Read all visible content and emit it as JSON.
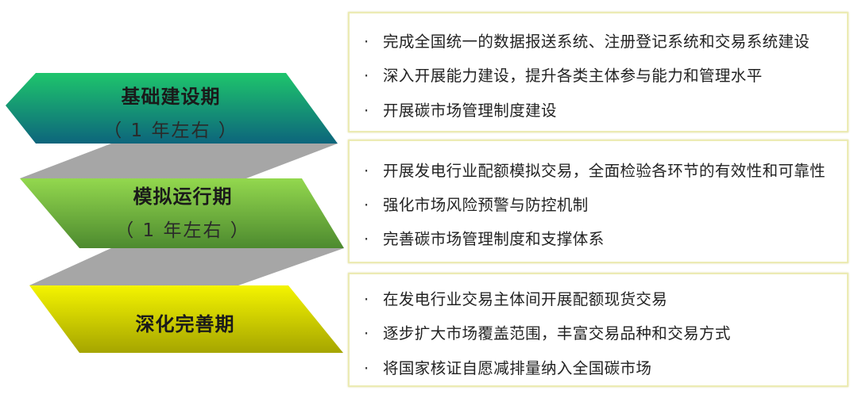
{
  "colors": {
    "stage1_top": "#1ec56c",
    "stage1_bottom": "#0d657c",
    "stage2_top": "#93d84e",
    "stage2_bottom": "#4d8a2f",
    "stage3_top": "#f4f400",
    "stage3_bottom": "#a5a500",
    "connector": "#a6a6a6",
    "box_border": "#ecebb4"
  },
  "stages": [
    {
      "title": "基础建设期",
      "duration": "（ 1 年左右 ）",
      "items": [
        "完成全国统一的数据报送系统、注册登记系统和交易系统建设",
        "深入开展能力建设，提升各类主体参与能力和管理水平",
        "开展碳市场管理制度建设"
      ]
    },
    {
      "title": "模拟运行期",
      "duration": "（ 1 年左右 ）",
      "items": [
        "开展发电行业配额模拟交易，全面检验各环节的有效性和可靠性",
        "强化市场风险预警与防控机制",
        "完善碳市场管理制度和支撑体系"
      ]
    },
    {
      "title": "深化完善期",
      "items": [
        "在发电行业交易主体间开展配额现货交易",
        "逐步扩大市场覆盖范围，丰富交易品种和交易方式",
        "将国家核证自愿减排量纳入全国碳市场"
      ]
    }
  ],
  "bullet": "·"
}
